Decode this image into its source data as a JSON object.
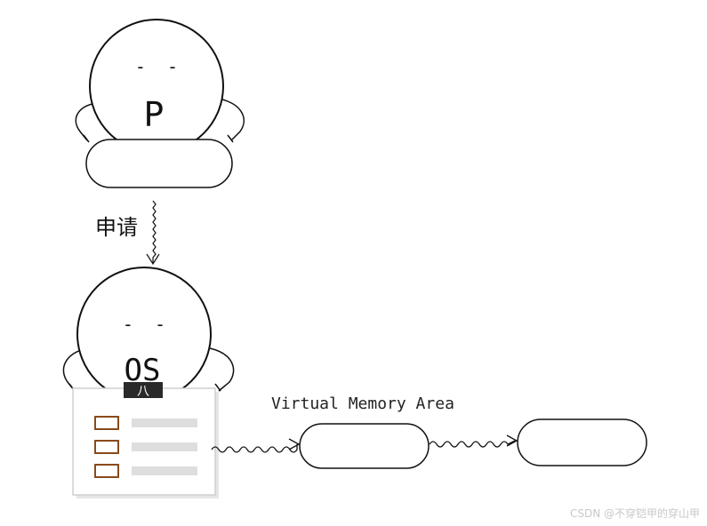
{
  "process": {
    "label": "P",
    "eyes": "-  -"
  },
  "request_label": "申请",
  "os": {
    "label": "OS",
    "eyes": "-  -",
    "clip_glyph": "八"
  },
  "vma_title": "Virtual Memory Area",
  "watermark": "CSDN @不穿铠甲的穿山甲",
  "colors": {
    "stroke": "#111111",
    "list_box": "#8a4a1c",
    "list_bar": "#dedede",
    "clipboard_border": "#cfcfcf"
  }
}
